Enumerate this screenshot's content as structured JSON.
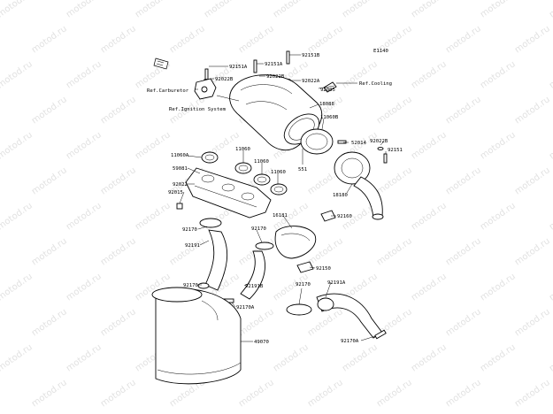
{
  "diagram_code": "E1140",
  "watermark_text": "motod.ru",
  "labels": {
    "p92151A": "92151A",
    "p92022B_top": "92022B",
    "p92151A_2": "92151A",
    "p92151B": "92151B",
    "p92022B_2": "92022B",
    "p92022A": "92022A",
    "p92005": "92005",
    "p18088": "18088",
    "p11060B": "11060B",
    "p52014": "52014",
    "p92022B_r": "92022B",
    "p92151": "92151",
    "p18180": "18180",
    "p551": "551",
    "p11060A": "11060A",
    "p11060_1": "11060",
    "p11060_2": "11060",
    "p11060_3": "11060",
    "p59081": "59081",
    "p92022": "92022",
    "p92015": "92015",
    "p16181": "16181",
    "p92160": "92160",
    "p92170_a": "92170",
    "p92170_b": "92170",
    "p92191": "92191",
    "p92150": "92150",
    "p92170_c": "92170",
    "p92191B": "92191B",
    "p92170_d": "92170",
    "p92191A": "92191A",
    "p92170A_1": "92170A",
    "p49070": "49070",
    "p92170A_2": "92170A"
  },
  "refs": {
    "carburetor": "Ref.Carburetor",
    "ignition": "Ref.Ignition System",
    "cooling": "Ref.Cooling"
  }
}
